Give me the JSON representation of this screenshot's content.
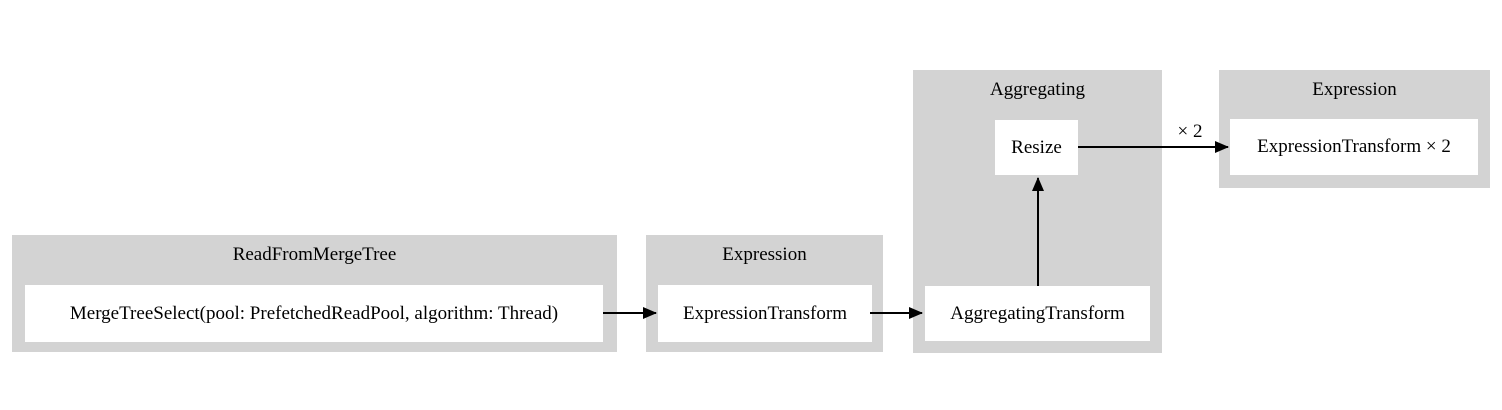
{
  "diagram": {
    "type": "pipeline-graph",
    "colors": {
      "cluster_background": "#d3d3d3",
      "node_background": "#ffffff",
      "text": "#000000",
      "edge": "#000000"
    },
    "clusters": [
      {
        "label": "ReadFromMergeTree",
        "nodes": [
          {
            "label": "MergeTreeSelect(pool: PrefetchedReadPool, algorithm: Thread)"
          }
        ]
      },
      {
        "label": "Expression",
        "nodes": [
          {
            "label": "ExpressionTransform"
          }
        ]
      },
      {
        "label": "Aggregating",
        "nodes": [
          {
            "label": "Resize"
          },
          {
            "label": "AggregatingTransform"
          }
        ]
      },
      {
        "label": "Expression",
        "nodes": [
          {
            "label": "ExpressionTransform × 2"
          }
        ]
      }
    ],
    "edges": [
      {
        "from": "MergeTreeSelect(pool: PrefetchedReadPool, algorithm: Thread)",
        "to": "ExpressionTransform",
        "label": ""
      },
      {
        "from": "ExpressionTransform",
        "to": "AggregatingTransform",
        "label": ""
      },
      {
        "from": "AggregatingTransform",
        "to": "Resize",
        "label": ""
      },
      {
        "from": "Resize",
        "to": "ExpressionTransform × 2",
        "label": "× 2"
      }
    ]
  }
}
